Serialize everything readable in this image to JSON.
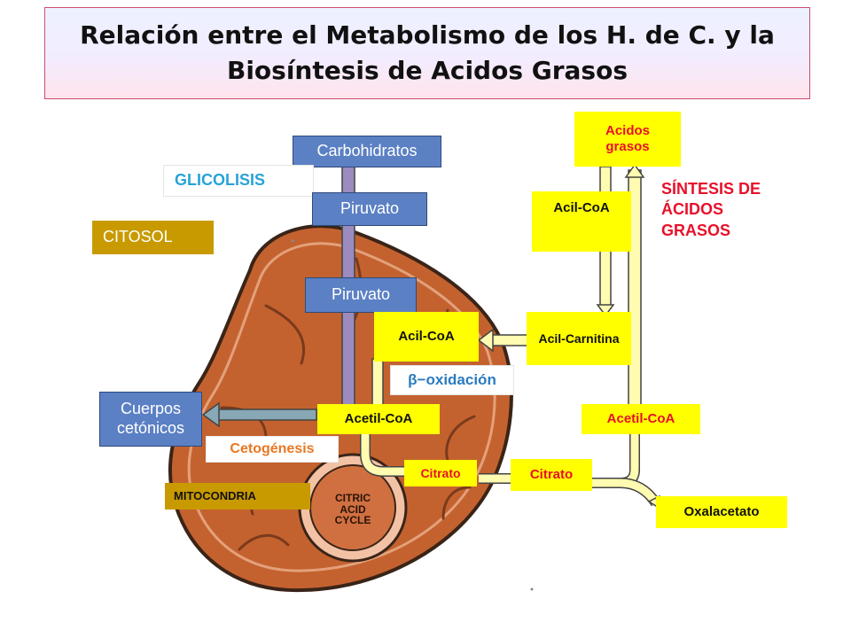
{
  "title": {
    "line1": "Relación entre el Metabolismo de los H. de C. y la",
    "line2": "Biosíntesis de Acidos Grasos"
  },
  "labels": {
    "carbohidratos": "Carbohidratos",
    "glicolisis": "GLICOLISIS",
    "piruvato_top": "Piruvato",
    "citosol": "CITOSOL",
    "piruvato_mito": "Piruvato",
    "acil_coa_mito": "Acil-CoA",
    "acil_carnitina": "Acil-Carnitina",
    "beta_oxidacion": "β−oxidación",
    "cuerpos_cetonicos_1": "Cuerpos",
    "cuerpos_cetonicos_2": "cetónicos",
    "acetil_coa_mito": "Acetil-CoA",
    "cetogenesis": "Cetogénesis",
    "citrato_mito": "Citrato",
    "mitocondria": "MITOCONDRIA",
    "citrato_cyto": "Citrato",
    "acetil_coa_cyto": "Acetil-CoA",
    "oxalacetato": "Oxalacetato",
    "acidos_grasos_1": "Acidos",
    "acidos_grasos_2": "grasos",
    "acil_coa_cyto": "Acil-CoA",
    "sintesis_1": "SÍNTESIS DE",
    "sintesis_2": "ÁCIDOS",
    "sintesis_3": "GRASOS"
  },
  "cycle_text": {
    "line1": "CITRIC",
    "line2": "ACID",
    "line3": "CYCLE"
  },
  "colors": {
    "mitochondrion": "#c4622f",
    "cristae": "#d06a36",
    "pathway_yellow": "#fffbb0",
    "pathway_purple": "#9b8bbf",
    "label_blue": "#5b80c4",
    "label_yellow": "#ffff00",
    "label_gold": "#c89a00",
    "text_red": "#e8102a",
    "text_cyan": "#27a3d6",
    "text_orange": "#e87722",
    "ketone_arrow": "#87a8b4"
  }
}
